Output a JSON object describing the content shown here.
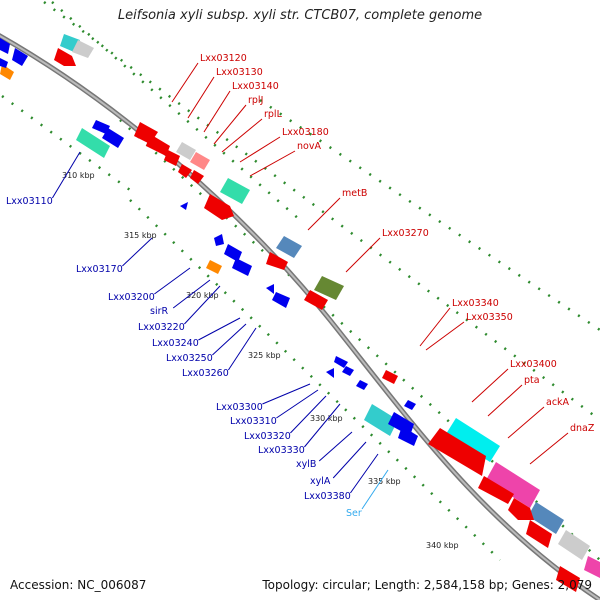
{
  "title": "Leifsonia xyli subsp. xyli str. CTCB07, complete genome",
  "footer": {
    "accession": "Accession: NC_006087",
    "topology": "Topology: circular; Length: 2,584,158 bp; Genes: 2,079"
  },
  "colors": {
    "forward_label": "#cc0000",
    "reverse_label": "#0000aa",
    "rna_label": "#33aaee",
    "backbone": "#888888",
    "tick_dots": "#2e8b2e"
  },
  "ticks": [
    {
      "label": "310 kbp"
    },
    {
      "label": "315 kbp"
    },
    {
      "label": "320 kbp"
    },
    {
      "label": "325 kbp"
    },
    {
      "label": "330 kbp"
    },
    {
      "label": "335 kbp"
    },
    {
      "label": "340 kbp"
    }
  ],
  "forward_labels": [
    {
      "text": "Lxx03120"
    },
    {
      "text": "Lxx03130"
    },
    {
      "text": "Lxx03140"
    },
    {
      "text": "rplJ"
    },
    {
      "text": "rplL"
    },
    {
      "text": "Lxx03180"
    },
    {
      "text": "novA"
    },
    {
      "text": "metB"
    },
    {
      "text": "Lxx03270"
    },
    {
      "text": "Lxx03340"
    },
    {
      "text": "Lxx03350"
    },
    {
      "text": "Lxx03400"
    },
    {
      "text": "pta"
    },
    {
      "text": "ackA"
    },
    {
      "text": "dnaZ"
    }
  ],
  "reverse_labels": [
    {
      "text": "Lxx03110"
    },
    {
      "text": "Lxx03170"
    },
    {
      "text": "Lxx03200"
    },
    {
      "text": "sirR"
    },
    {
      "text": "Lxx03220"
    },
    {
      "text": "Lxx03240"
    },
    {
      "text": "Lxx03250"
    },
    {
      "text": "Lxx03260"
    },
    {
      "text": "Lxx03300"
    },
    {
      "text": "Lxx03310"
    },
    {
      "text": "Lxx03320"
    },
    {
      "text": "Lxx03330"
    },
    {
      "text": "xylB"
    },
    {
      "text": "xylA"
    },
    {
      "text": "Lxx03380"
    }
  ],
  "rna_labels": [
    {
      "text": "Ser"
    }
  ]
}
